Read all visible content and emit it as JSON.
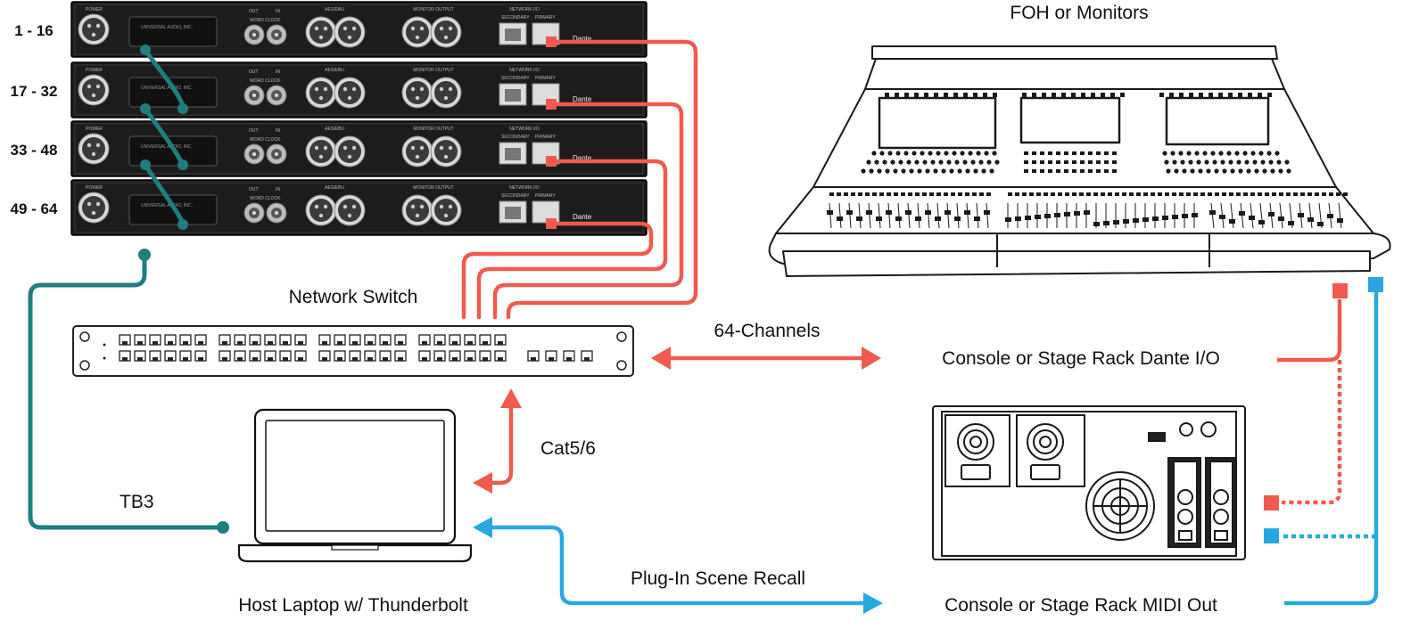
{
  "diagram": {
    "rack_units": [
      {
        "range": "1 - 16",
        "brand": "UNIVERSAL AUDIO, INC."
      },
      {
        "range": "17 - 32",
        "brand": "UNIVERSAL AUDIO, INC."
      },
      {
        "range": "33 - 48",
        "brand": "UNIVERSAL AUDIO, INC."
      },
      {
        "range": "49 - 64",
        "brand": "UNIVERSAL AUDIO, INC."
      }
    ],
    "panel_labels": {
      "power": "POWER",
      "word_clock": "WORD CLOCK",
      "out": "OUT",
      "in": "IN",
      "aes_ebu": "AES/EBU",
      "monitor_output": "MONITOR OUTPUT",
      "network_io": "NETWORK I/O",
      "secondary": "SECONDARY",
      "primary": "PRIMARY",
      "dante": "Dante"
    },
    "labels": {
      "foh": "FOH or Monitors",
      "switch": "Network Switch",
      "channels": "64-Channels",
      "dante_io": "Console or Stage Rack Dante I/O",
      "cat": "Cat5/6",
      "tb3": "TB3",
      "scene_recall": "Plug-In Scene Recall",
      "midi_out": "Console or Stage Rack MIDI Out",
      "laptop": "Host Laptop w/ Thunderbolt"
    },
    "colors": {
      "dante_cable": "#f05a4f",
      "midi_cable": "#29a8e0",
      "thunderbolt_cable": "#1f7f7f",
      "rack_body": "#1c1c1c",
      "line_art": "#222222"
    }
  }
}
